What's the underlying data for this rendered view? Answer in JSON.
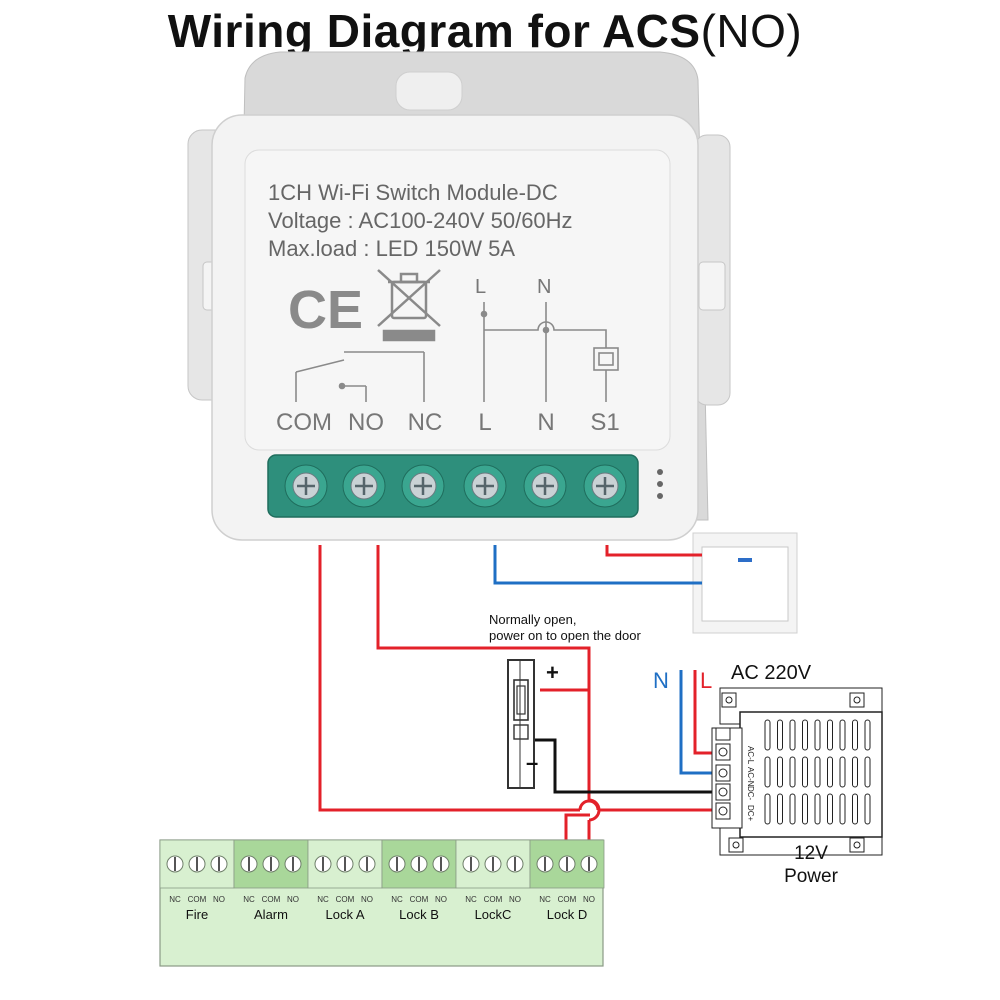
{
  "title": {
    "main": "Wiring Diagram for ACS",
    "suffix": "(NO)"
  },
  "module": {
    "line1": "1CH Wi-Fi Switch Module-DC",
    "line2": "Voltage : AC100-240V 50/60Hz",
    "line3": "Max.load : LED 150W 5A",
    "ce_mark": "CE",
    "schematic_L": "L",
    "schematic_N": "N",
    "terminals": [
      "COM",
      "NO",
      "NC",
      "L",
      "N",
      "S1"
    ]
  },
  "lock": {
    "note_line1": "Normally open,",
    "note_line2": "power on to open the door",
    "plus": "+",
    "minus": "–"
  },
  "power": {
    "ac_label": "AC 220V",
    "n_label": "N",
    "l_label": "L",
    "terminals": [
      "AC-L",
      "AC-N",
      "DC-",
      "DC+"
    ],
    "name_line1": "12V",
    "name_line2": "Power"
  },
  "controller": {
    "groups": [
      {
        "label": "Fire"
      },
      {
        "label": "Alarm"
      },
      {
        "label": "Lock A"
      },
      {
        "label": "Lock B"
      },
      {
        "label": "LockC"
      },
      {
        "label": "Lock D"
      }
    ],
    "terminal_labels": [
      "NC",
      "COM",
      "NO"
    ]
  },
  "colors": {
    "live_wire": "#e3212a",
    "neutral_wire": "#1f6fc4",
    "ground_wire": "#111111",
    "terminal_block": "#2e8f7c",
    "controller_light": "#d8f0d0",
    "controller_dark": "#a9d79a"
  }
}
